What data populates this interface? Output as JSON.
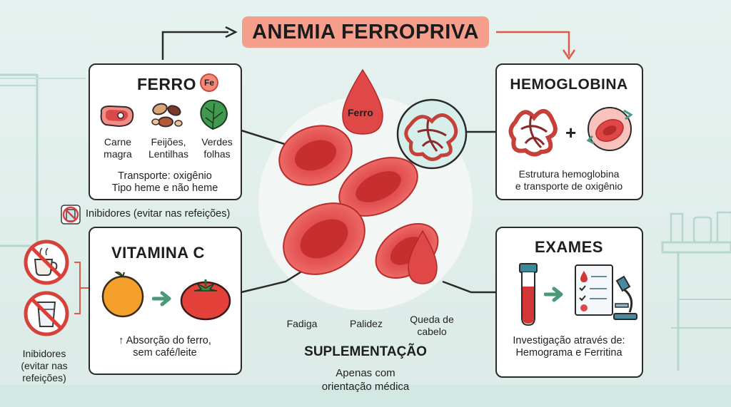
{
  "title": "ANEMIA FERROPRIVA",
  "ferro_card": {
    "heading": "FERRO",
    "badge": "Fe",
    "foods": [
      {
        "label_line1": "Carne",
        "label_line2": "magra",
        "icon": "steak-icon"
      },
      {
        "label_line1": "Feijões,",
        "label_line2": "Lentilhas",
        "icon": "beans-icon"
      },
      {
        "label_line1": "Verdes",
        "label_line2": "folhas",
        "icon": "leaf-icon"
      }
    ],
    "line1": "Transporte: oxigênio",
    "line2": "Tipo heme e não heme"
  },
  "inhibitors_top": "Inibidores (evitar nas refeições)",
  "inhibitors_left": {
    "line1": "Inibidores",
    "line2": "(evitar nas",
    "line3": "refeições)"
  },
  "vitamina_card": {
    "heading": "VITAMINA C",
    "line1": "↑ Absorção do ferro,",
    "line2": "sem café/leite"
  },
  "center": {
    "drop_label": "Ferro",
    "symptoms": [
      {
        "line1": "Fadiga",
        "line2": ""
      },
      {
        "line1": "Palidez",
        "line2": ""
      },
      {
        "line1": "Queda de",
        "line2": "cabelo"
      }
    ],
    "suplementacao": "SUPLEMENTAÇÃO",
    "sup_line1": "Apenas com",
    "sup_line2": "orientação médica"
  },
  "hemoglobina_card": {
    "heading": "HEMOGLOBINA",
    "plus": "+",
    "line1": "Estrutura hemoglobina",
    "line2": "e transporte de oxigênio"
  },
  "exames_card": {
    "heading": "EXAMES",
    "line1": "Investigação através de:",
    "line2": "Hemograma e Ferritina"
  },
  "colors": {
    "accent": "#f59e8c",
    "red": "#e04848",
    "dark_red": "#b82c2c",
    "teal": "#5aa89a",
    "background": "#e3f0ed"
  }
}
